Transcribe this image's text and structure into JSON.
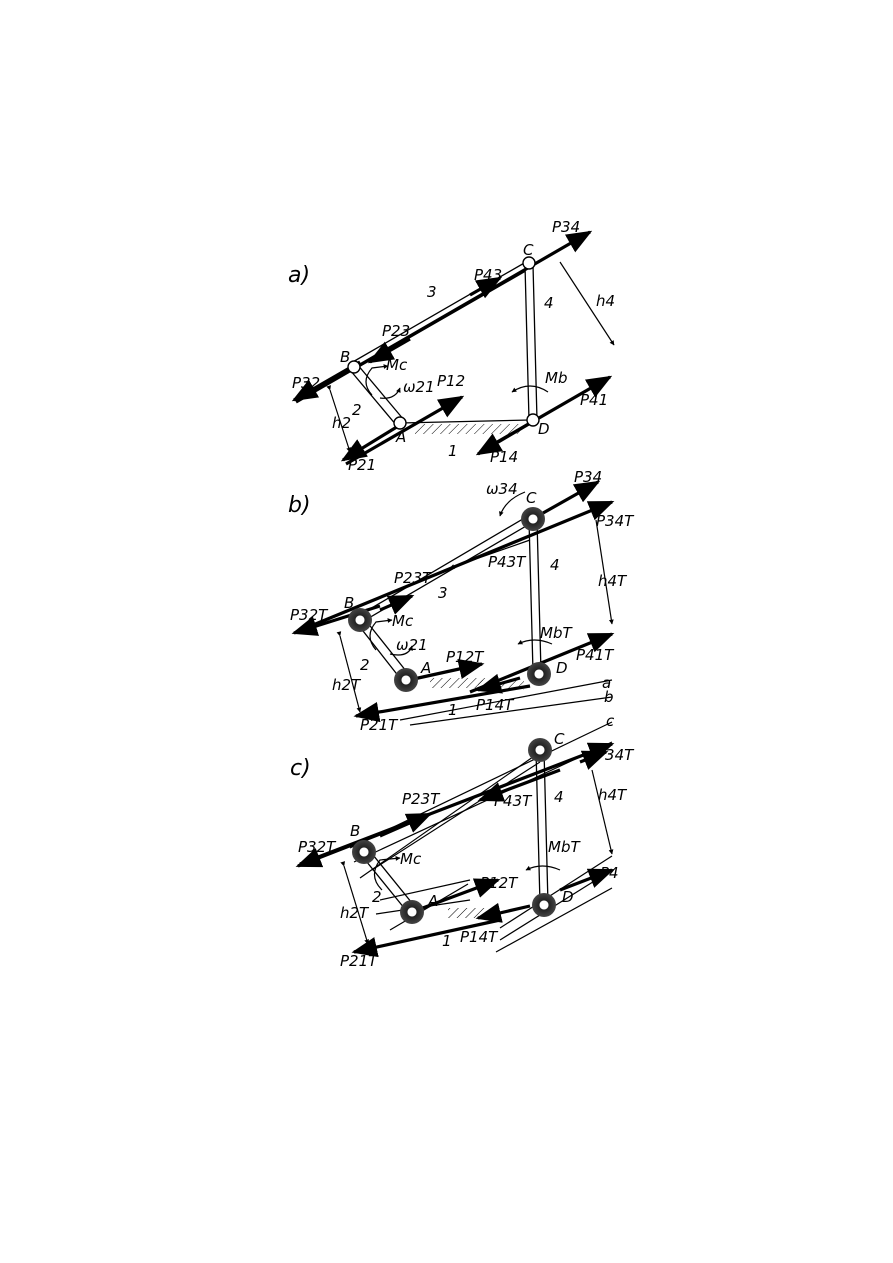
{
  "panels": {
    "a": {
      "label": "a)",
      "joints": [
        "A",
        "B",
        "C",
        "D"
      ],
      "links": [
        "1",
        "2",
        "3",
        "4"
      ],
      "forces": [
        "P34",
        "P43",
        "P23",
        "P32",
        "P12",
        "P21",
        "P41",
        "P14"
      ],
      "moments": [
        "Mc",
        "Mb"
      ],
      "omega": "ω21",
      "distances": [
        "h2",
        "h4"
      ]
    },
    "b": {
      "label": "b)",
      "joints": [
        "A",
        "B",
        "C",
        "D"
      ],
      "links": [
        "1",
        "2",
        "3",
        "4"
      ],
      "forces": [
        "P34",
        "P34T",
        "P43T",
        "P23T",
        "P32T",
        "P12T",
        "P21T",
        "P41T",
        "P14T"
      ],
      "moments": [
        "Mc",
        "MbT"
      ],
      "omegas": [
        "ω34",
        "ω21"
      ],
      "distances": [
        "h2T",
        "h4T"
      ],
      "lines": [
        "a",
        "b"
      ]
    },
    "c": {
      "label": "c)",
      "joints": [
        "A",
        "B",
        "C",
        "D"
      ],
      "links": [
        "1",
        "2",
        "4"
      ],
      "forces": [
        "P34T",
        "P43T",
        "P23T",
        "P32T",
        "P12T",
        "P21T",
        "P4",
        "P14T"
      ],
      "moments": [
        "Mc",
        "MbT"
      ],
      "distances": [
        "h2T",
        "h4T"
      ],
      "lines": [
        "c"
      ]
    }
  }
}
